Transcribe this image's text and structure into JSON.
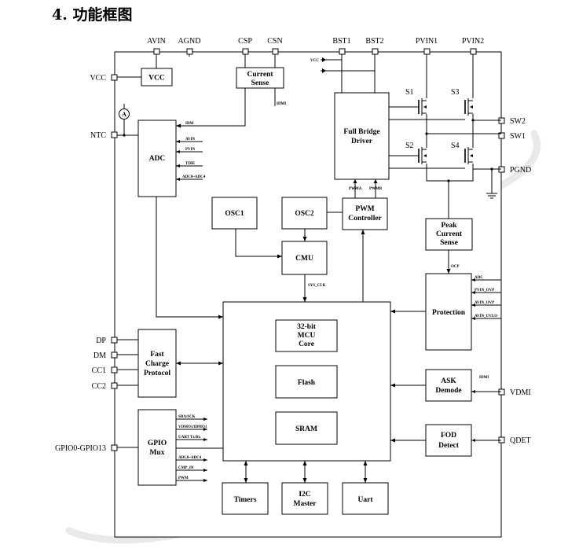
{
  "title": "4. 功能框图",
  "top_pins": [
    "AVIN",
    "AGND",
    "CSP",
    "CSN",
    "BST1",
    "BST2",
    "PVIN1",
    "PVIN2"
  ],
  "left_pins": [
    "VCC",
    "NTC",
    "DP",
    "DM",
    "CC1",
    "CC2",
    "GPIO0-GPIO13"
  ],
  "right_pins": [
    "SW2",
    "SW1",
    "PGND",
    "VDMI",
    "QDET"
  ],
  "blocks": {
    "vcc": "VCC",
    "current_sense": [
      "Current",
      "Sense"
    ],
    "adc": "ADC",
    "full_bridge": [
      "Full Bridge",
      "Driver"
    ],
    "osc1": "OSC1",
    "osc2": "OSC2",
    "pwm": [
      "PWM",
      "Controller"
    ],
    "cmu": "CMU",
    "peak": [
      "Peak",
      "Current",
      "Sense"
    ],
    "protection": "Protection",
    "mcu": [
      "32-bit",
      "MCU",
      "Core"
    ],
    "flash": "Flash",
    "sram": "SRAM",
    "fast_charge": [
      "Fast",
      "Charge",
      "Protocol"
    ],
    "ask": [
      "ASK",
      "Demode"
    ],
    "gpio": [
      "GPIO",
      "Mux"
    ],
    "fod": [
      "FOD",
      "Detect"
    ],
    "timers": "Timers",
    "i2c": [
      "I2C",
      "Master"
    ],
    "uart": "Uart"
  },
  "switches": [
    "S1",
    "S2",
    "S3",
    "S4"
  ],
  "signals": {
    "idmi": "IDMI",
    "idm": "IDM",
    "adc_in": [
      "IDM",
      "AVIN",
      "PVIN",
      "TDIE",
      "ADC0~ADC4"
    ],
    "vcc_small": "VCC",
    "pwma": "PWMA",
    "pwmb": "PWMB",
    "sys_clk": "SYS_CLK",
    "ocp": "OCP",
    "prot_in": [
      "ADC",
      "PVIN_OVP",
      "AVIN_OVP",
      "AVIN_UVLO"
    ],
    "ask_in": "IDMI",
    "gpio_sig": [
      "SDA/SCK",
      "VDMO1/IDMO1",
      "UART Tx/Rx",
      "ADC0~ADC4",
      "CMP_IN",
      "PWM"
    ],
    "ntc_meter": "A"
  }
}
